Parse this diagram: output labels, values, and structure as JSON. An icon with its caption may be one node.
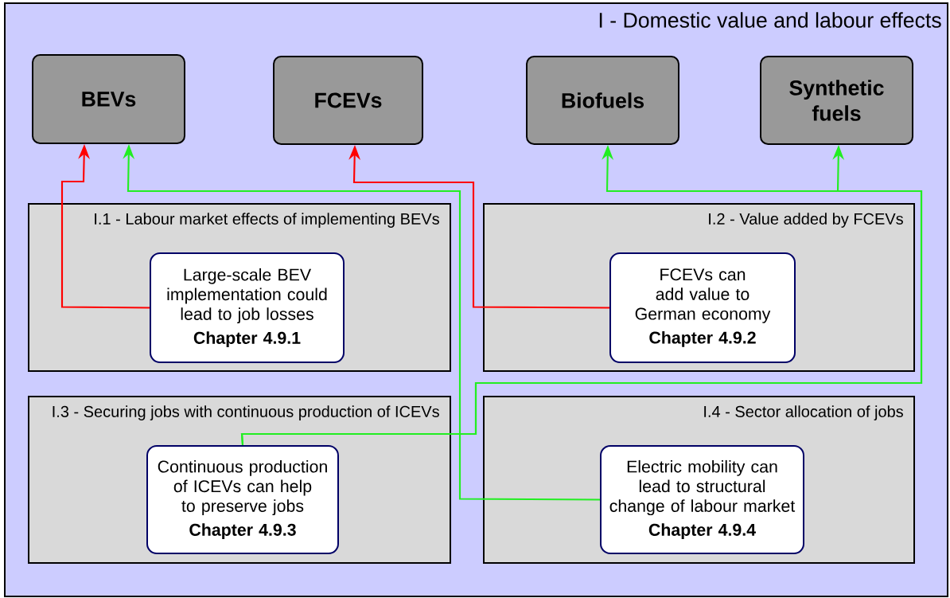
{
  "diagram": {
    "nodes": [
      {
        "text": [
          "I - Domestic value and labour effects"
        ]
      },
      {
        "text": [
          "BEVs"
        ],
        "in": 0
      },
      {
        "text": [
          "FCEVs"
        ],
        "in": 0
      },
      {
        "text": [
          "Biofuels"
        ],
        "in": 0
      },
      {
        "text": [
          "Synthetic fuels"
        ],
        "in": 0
      },
      {
        "text": [
          "I.1 - Labour market effects of implementing BEVs"
        ],
        "in": 0
      },
      {
        "text": [
          "Large-scale BEV implementation could lead to job losses",
          "Chapter 4.9.1"
        ],
        "in": 5
      },
      {
        "text": [
          "I.2 - Value added by FCEVs"
        ],
        "in": 0
      },
      {
        "text": [
          "FCEVs can add value to German economy",
          "Chapter 4.9.2"
        ],
        "in": 7
      },
      {
        "text": [
          "I.3 - Securing jobs with continuous production of ICEVs"
        ],
        "in": 0
      },
      {
        "text": [
          "Continuous production of ICEVs can help to preserve jobs",
          "Chapter 4.9.3"
        ],
        "in": 9
      },
      {
        "text": [
          "I.4 - Sector allocation of jobs"
        ],
        "in": 0
      },
      {
        "text": [
          "Electric mobility can lead to structural change of labour market",
          "Chapter 4.9.4"
        ],
        "in": 11
      }
    ],
    "edges": [
      {
        "from": 6,
        "to": 1,
        "arrow": "to",
        "color": "#ff0000"
      },
      {
        "from": 12,
        "to": 1,
        "arrow": "to",
        "color": "#22ee22"
      },
      {
        "from": 8,
        "to": 2,
        "arrow": "to",
        "color": "#ff0000"
      },
      {
        "from": 10,
        "to": 3,
        "arrow": "to",
        "color": "#22ee22"
      },
      {
        "from": 10,
        "to": 4,
        "arrow": "to",
        "color": "#22ee22"
      }
    ]
  }
}
